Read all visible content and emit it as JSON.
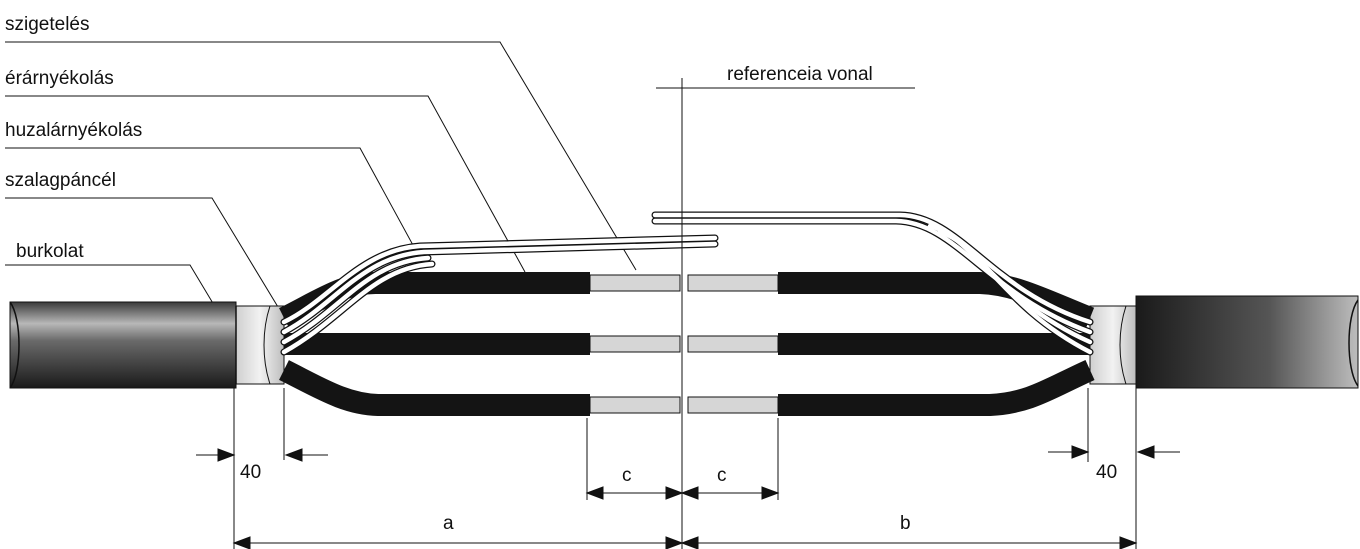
{
  "labels": {
    "insulation": "szigetelés",
    "screen": "érárnyékolás",
    "wire_screen": "huzalárnyékolás",
    "tape_armour": "szalagpáncél",
    "sheath": "burkolat",
    "reference_line": "referenceia vonal"
  },
  "dimensions": {
    "left_strip": "40",
    "right_strip": "40",
    "c_left": "c",
    "c_right": "c",
    "a": "a",
    "b": "b"
  },
  "colors": {
    "sheath_dark": "#2a2a2a",
    "core_black": "#141414",
    "insulation_grey": "#d6d6d6",
    "line": "#111111"
  }
}
